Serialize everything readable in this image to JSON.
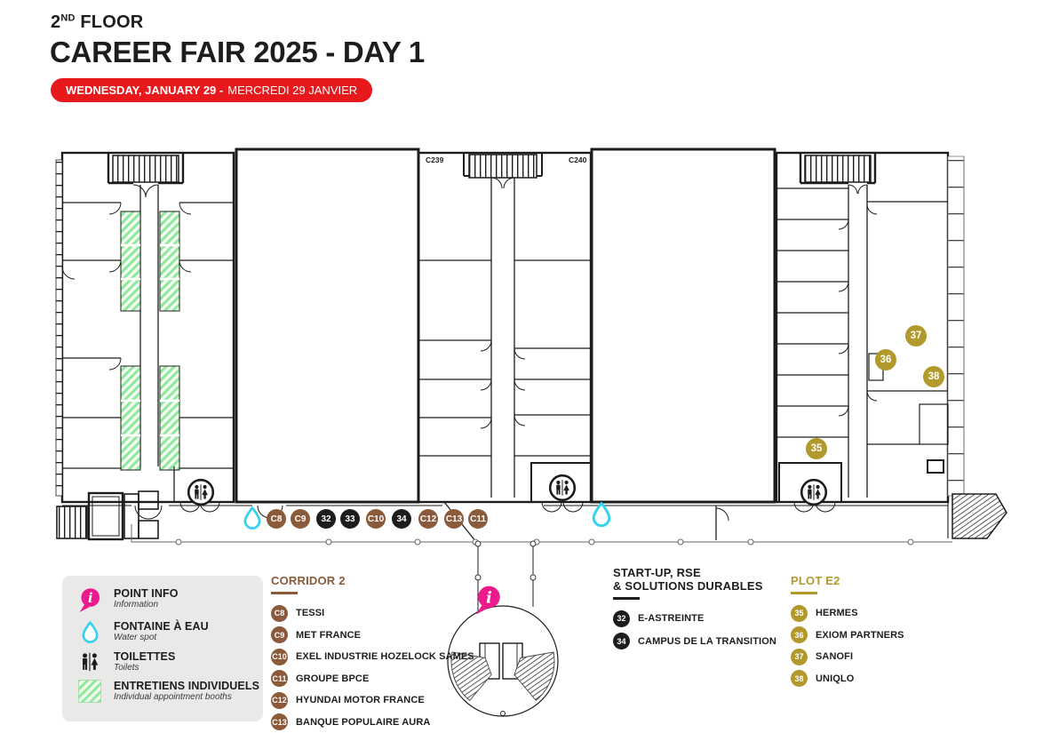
{
  "title": {
    "floor_prefix": "2",
    "floor_sup": "ND",
    "floor_word": " FLOOR",
    "main": "CAREER FAIR 2025 - DAY 1"
  },
  "banner": {
    "bold": "WEDNESDAY, JANUARY 29 -",
    "regular": "MERCREDI 29 JANVIER"
  },
  "rooms": {
    "c239": "C239",
    "c240": "C240"
  },
  "map": {
    "corridor_badges": [
      {
        "label": "C8",
        "color": "brown"
      },
      {
        "label": "C9",
        "color": "brown"
      },
      {
        "label": "32",
        "color": "black"
      },
      {
        "label": "33",
        "color": "black"
      },
      {
        "label": "C10",
        "color": "brown"
      },
      {
        "label": "34",
        "color": "black"
      },
      {
        "label": "C12",
        "color": "brown"
      },
      {
        "label": "C13",
        "color": "brown"
      },
      {
        "label": "C11",
        "color": "brown"
      }
    ],
    "plot_badges": [
      {
        "label": "35",
        "color": "gold"
      },
      {
        "label": "36",
        "color": "gold"
      },
      {
        "label": "37",
        "color": "gold"
      },
      {
        "label": "38",
        "color": "gold"
      }
    ]
  },
  "lists": {
    "corridor2": {
      "heading": "CORRIDOR 2",
      "items": [
        {
          "badge": "C8",
          "label": "TESSI"
        },
        {
          "badge": "C9",
          "label": "MET FRANCE"
        },
        {
          "badge": "C10",
          "label": "EXEL INDUSTRIE HOZELOCK SAMES"
        },
        {
          "badge": "C11",
          "label": "GROUPE BPCE"
        },
        {
          "badge": "C12",
          "label": "HYUNDAI MOTOR FRANCE"
        },
        {
          "badge": "C13",
          "label": "BANQUE POPULAIRE AURA"
        }
      ]
    },
    "startup": {
      "heading_line1": "START-UP, RSE",
      "heading_line2": "& SOLUTIONS DURABLES",
      "items": [
        {
          "badge": "32",
          "label": "E-ASTREINTE"
        },
        {
          "badge": "34",
          "label": "CAMPUS DE LA TRANSITION"
        }
      ]
    },
    "plote2": {
      "heading": "PLOT E2",
      "items": [
        {
          "badge": "35",
          "label": "HERMES"
        },
        {
          "badge": "36",
          "label": "EXIOM PARTNERS"
        },
        {
          "badge": "37",
          "label": "SANOFI"
        },
        {
          "badge": "38",
          "label": "UNIQLO"
        }
      ]
    }
  },
  "legend": {
    "items": [
      {
        "icon": "info-icon",
        "label": "POINT INFO",
        "sub": "Information"
      },
      {
        "icon": "water-drop-icon",
        "label": "FONTAINE À EAU",
        "sub": "Water spot"
      },
      {
        "icon": "toilets-icon",
        "label": "TOILETTES",
        "sub": "Toilets"
      },
      {
        "icon": "booth-hatch-icon",
        "label": "ENTRETIENS INDIVIDUELS",
        "sub": "Individual appointment booths"
      }
    ]
  },
  "colors": {
    "red": "#e8191d",
    "brown": "#8a5a3a",
    "gold": "#b1992c",
    "black": "#1d1d1b",
    "pink": "#ec1a8d",
    "cyan": "#35d3f2",
    "booth_green": "#90e89c",
    "legend_bg": "#e9e9e8"
  }
}
